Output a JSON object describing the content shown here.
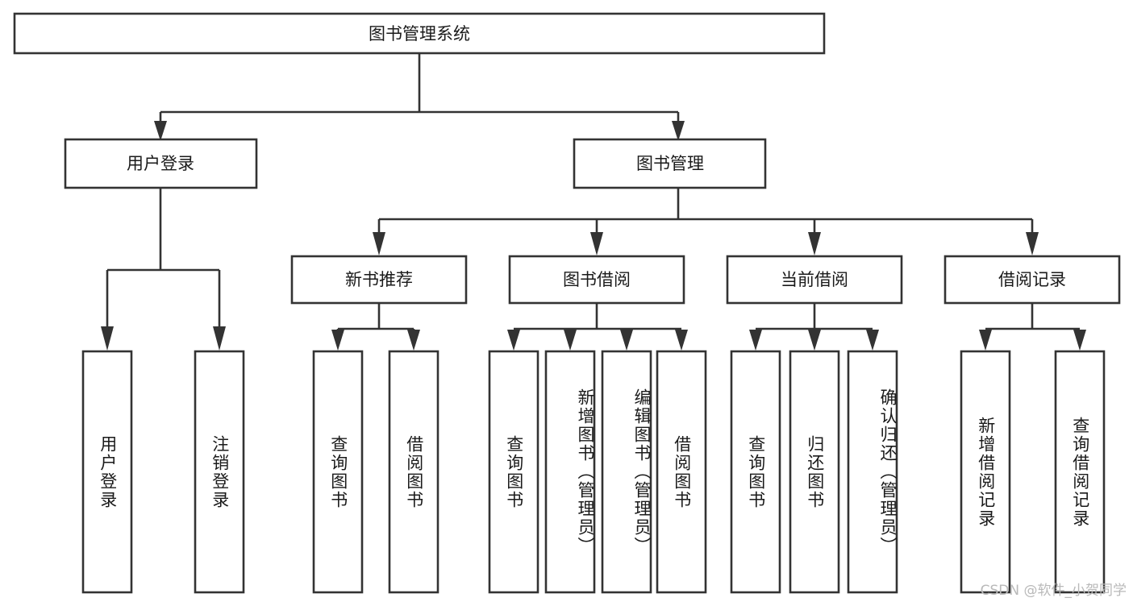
{
  "diagram": {
    "type": "tree-hierarchy-chart",
    "title": "图书管理系统",
    "background_color": "#ffffff",
    "box_stroke_color": "#333333",
    "box_fill_color": "#ffffff",
    "connector_color": "#333333",
    "text_color": "#1a1a1a",
    "levels": {
      "root": {
        "label": "图书管理系统"
      },
      "level2": [
        {
          "id": "user-login",
          "label": "用户登录"
        },
        {
          "id": "book-management",
          "label": "图书管理"
        }
      ],
      "level3": [
        {
          "id": "new-book-recommend",
          "label": "新书推荐"
        },
        {
          "id": "book-borrow",
          "label": "图书借阅"
        },
        {
          "id": "current-borrow",
          "label": "当前借阅"
        },
        {
          "id": "borrow-record",
          "label": "借阅记录"
        }
      ],
      "leaves": {
        "user_login": [
          {
            "id": "leaf-user-login",
            "label": "用户登录"
          },
          {
            "id": "leaf-logout-login",
            "label": "注销登录"
          }
        ],
        "new_book_recommend": [
          {
            "id": "leaf-query-book-1",
            "label": "查询图书"
          },
          {
            "id": "leaf-borrow-book-1",
            "label": "借阅图书"
          }
        ],
        "book_borrow": [
          {
            "id": "leaf-query-book-2",
            "label": "查询图书"
          },
          {
            "id": "leaf-add-book",
            "label": "新增图书（管理员）"
          },
          {
            "id": "leaf-edit-book",
            "label": "编辑图书（管理员）"
          },
          {
            "id": "leaf-borrow-book-2",
            "label": "借阅图书"
          }
        ],
        "current_borrow": [
          {
            "id": "leaf-query-book-3",
            "label": "查询图书"
          },
          {
            "id": "leaf-return-book",
            "label": "归还图书"
          },
          {
            "id": "leaf-confirm-return",
            "label": "确认归还（管理员）"
          }
        ],
        "borrow_record": [
          {
            "id": "leaf-add-borrow-record",
            "label": "新增借阅记录"
          },
          {
            "id": "leaf-query-borrow-record",
            "label": "查询借阅记录"
          }
        ]
      }
    },
    "edges": [
      {
        "from": "图书管理系统",
        "to": "用户登录"
      },
      {
        "from": "图书管理系统",
        "to": "图书管理"
      },
      {
        "from": "用户登录",
        "to": "用户登录"
      },
      {
        "from": "用户登录",
        "to": "注销登录"
      },
      {
        "from": "图书管理",
        "to": "新书推荐"
      },
      {
        "from": "图书管理",
        "to": "图书借阅"
      },
      {
        "from": "图书管理",
        "to": "当前借阅"
      },
      {
        "from": "图书管理",
        "to": "借阅记录"
      },
      {
        "from": "新书推荐",
        "to": "查询图书"
      },
      {
        "from": "新书推荐",
        "to": "借阅图书"
      },
      {
        "from": "图书借阅",
        "to": "查询图书"
      },
      {
        "from": "图书借阅",
        "to": "新增图书（管理员）"
      },
      {
        "from": "图书借阅",
        "to": "编辑图书（管理员）"
      },
      {
        "from": "图书借阅",
        "to": "借阅图书"
      },
      {
        "from": "当前借阅",
        "to": "查询图书"
      },
      {
        "from": "当前借阅",
        "to": "归还图书"
      },
      {
        "from": "当前借阅",
        "to": "确认归还（管理员）"
      },
      {
        "from": "借阅记录",
        "to": "新增借阅记录"
      },
      {
        "from": "借阅记录",
        "to": "查询借阅记录"
      }
    ]
  },
  "watermark": {
    "text": "CSDN @软件_小贺同学"
  }
}
